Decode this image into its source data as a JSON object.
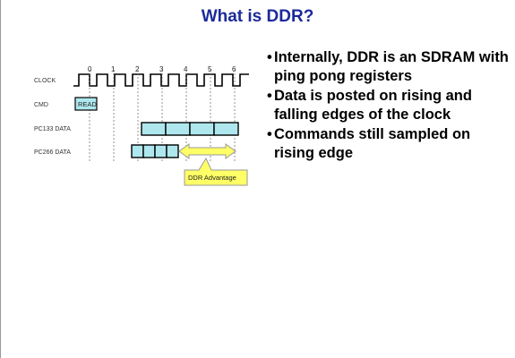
{
  "slide": {
    "title": "What is DDR?",
    "bullets": [
      "Internally, DDR is an SDRAM with ping pong registers",
      "Data is posted on rising and falling edges of the clock",
      "Commands still sampled on rising edge"
    ],
    "bullet_glyph": "•"
  },
  "diagram": {
    "signals": [
      "CLOCK",
      "CMD",
      "PC133 DATA",
      "PC266 DATA"
    ],
    "clock_ticks": [
      "0",
      "1",
      "2",
      "3",
      "4",
      "5",
      "6"
    ],
    "cmd_label": "READ",
    "advantage_label": "DDR Advantage",
    "colors": {
      "data_block": "#aee8ee",
      "read_box": "#aee8ee",
      "callout_fill": "#ffff66",
      "callout_stroke": "#999999",
      "title": "#1c2a9a"
    }
  }
}
